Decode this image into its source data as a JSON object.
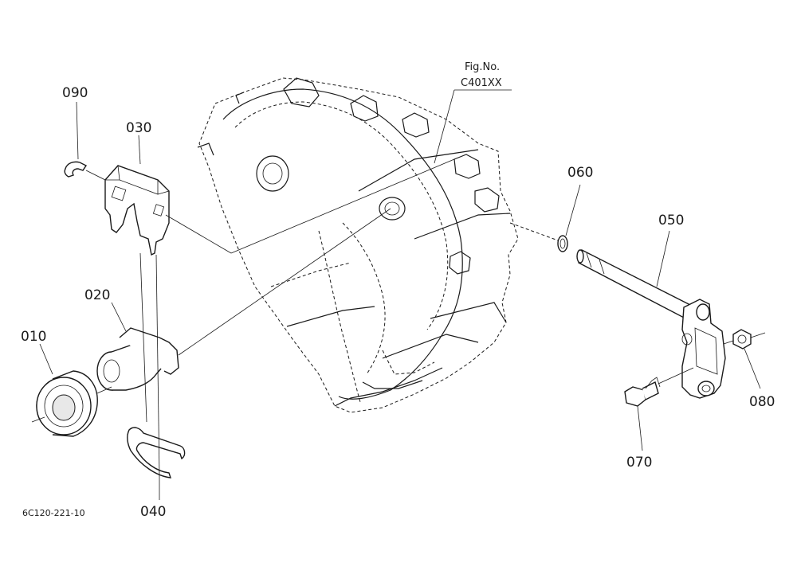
{
  "figure": {
    "fig_label": "Fig.No.",
    "fig_number": "C401XX",
    "drawing_code": "6C120-221-10"
  },
  "parts": [
    {
      "number": "010"
    },
    {
      "number": "020"
    },
    {
      "number": "030"
    },
    {
      "number": "040"
    },
    {
      "number": "050"
    },
    {
      "number": "060"
    },
    {
      "number": "070"
    },
    {
      "number": "080"
    },
    {
      "number": "090"
    }
  ],
  "colors": {
    "line": "#1a1a1a",
    "background": "#ffffff"
  }
}
